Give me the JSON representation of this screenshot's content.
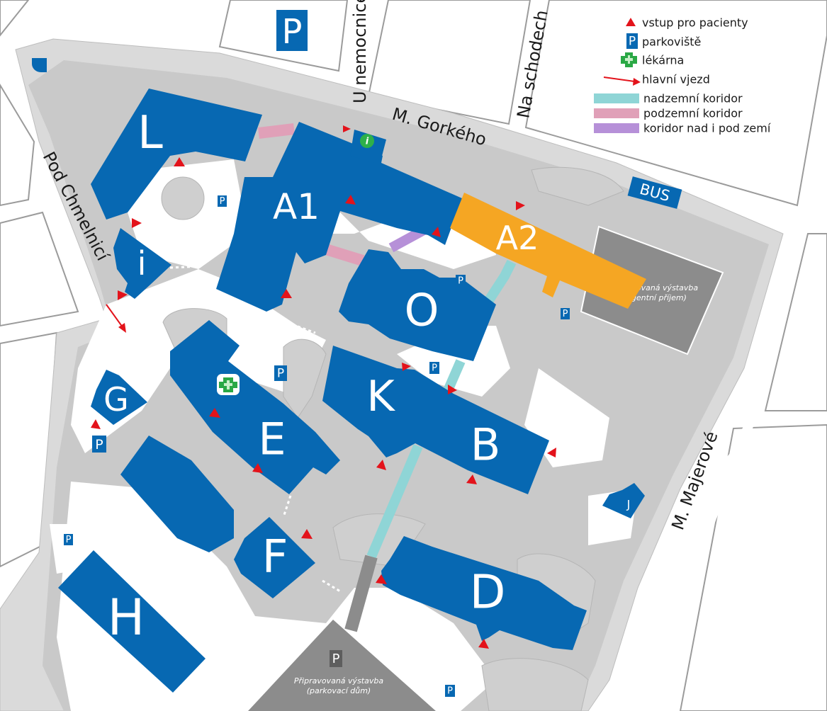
{
  "colors": {
    "building": "#0768b2",
    "building_a2": "#f5a623",
    "planned": "#8c8c8c",
    "campus": "#c9c9c9",
    "campus_light": "#dadada",
    "road_edge": "#9b9b9b",
    "corridor_above": "#8fd5d6",
    "corridor_under": "#e0a0b8",
    "corridor_both": "#b690d8",
    "entrance": "#e3131b",
    "pharmacy": "#2aa845",
    "info": "#2eb04a"
  },
  "buildings": {
    "L": "L",
    "A1": "A1",
    "A2": "A2",
    "i": "i",
    "O": "O",
    "G": "G",
    "K": "K",
    "E": "E",
    "B": "B",
    "F": "F",
    "D": "D",
    "H": "H",
    "J": "J"
  },
  "streets": {
    "u_nemocnice": "U nemocnice",
    "na_schodech": "Na schodech",
    "gorkeho": "M. Gorkého",
    "pod_chmelnici": "Pod Chmelnicí",
    "majerove": "M. Majerové"
  },
  "bus_label": "BUS",
  "parking_symbol": "P",
  "info_symbol": "i",
  "planned": {
    "urgent_line1": "Připravovaná výstavba",
    "urgent_line2": "(urgentní příjem)",
    "garage_line1": "Připravovaná výstavba",
    "garage_line2": "(parkovací dům)"
  },
  "legend": {
    "entrance": "vstup pro pacienty",
    "parking": "parkoviště",
    "pharmacy": "lékárna",
    "main_entry": "hlavní vjezd",
    "corridor_above": "nadzemní koridor",
    "corridor_under": "podzemní koridor",
    "corridor_both": "koridor nad i pod zemí",
    "icons": [
      "entrance-triangle-icon",
      "parking-icon",
      "pharmacy-cross-icon",
      "arrow-icon"
    ]
  }
}
